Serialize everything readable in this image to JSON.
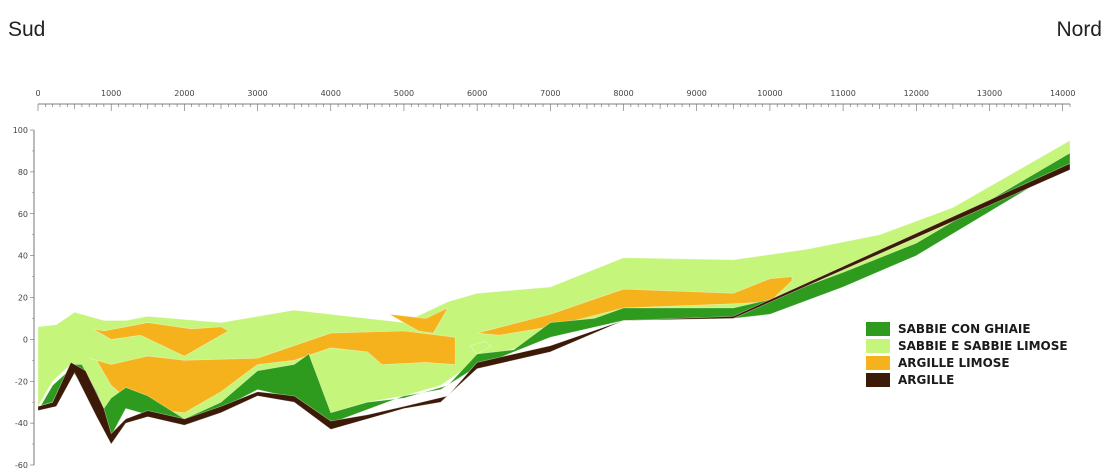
{
  "header": {
    "left_label": "Sud",
    "right_label": "Nord"
  },
  "chart_data": {
    "type": "area",
    "x_ticks": [
      0,
      1000,
      2000,
      3000,
      4000,
      5000,
      6000,
      7000,
      8000,
      9000,
      10000,
      11000,
      12000,
      13000,
      14000
    ],
    "xlim": [
      0,
      14100
    ],
    "y_ticks": [
      100,
      80,
      60,
      40,
      20,
      0,
      -20,
      -40,
      -60
    ],
    "ylim": [
      -60,
      100
    ],
    "grid": false,
    "legend_position": "right",
    "series": [
      {
        "name": "SABBIE CON GHIAIE",
        "color": "#2e9a1e"
      },
      {
        "name": "SABBIE E SABBIE LIMOSE",
        "color": "#c6f57c"
      },
      {
        "name": "ARGILLE LIMOSE",
        "color": "#f5b21d"
      },
      {
        "name": "ARGILLE",
        "color": "#3d1a08"
      }
    ],
    "layers": [
      {
        "series": "SABBIE E SABBIE LIMOSE",
        "points": [
          [
            0,
            6
          ],
          [
            250,
            7
          ],
          [
            500,
            13
          ],
          [
            900,
            9
          ],
          [
            1200,
            9
          ],
          [
            1500,
            11
          ],
          [
            2500,
            8
          ],
          [
            3500,
            14
          ],
          [
            5000,
            8
          ],
          [
            5600,
            18
          ],
          [
            6000,
            22
          ],
          [
            7000,
            25
          ],
          [
            8000,
            39
          ],
          [
            9500,
            38
          ],
          [
            10500,
            43
          ],
          [
            11500,
            50
          ],
          [
            12500,
            63
          ],
          [
            14100,
            95
          ],
          [
            14100,
            84
          ],
          [
            12000,
            46
          ],
          [
            11000,
            31
          ],
          [
            10000,
            13
          ],
          [
            9500,
            11
          ],
          [
            8500,
            10
          ],
          [
            8000,
            9
          ],
          [
            7500,
            5
          ],
          [
            7000,
            1
          ],
          [
            6000,
            -10
          ],
          [
            5500,
            -22
          ],
          [
            5000,
            -27
          ],
          [
            4500,
            -30
          ],
          [
            4000,
            -39
          ],
          [
            3500,
            -28
          ],
          [
            3000,
            -24
          ],
          [
            2500,
            -32
          ],
          [
            2000,
            -38
          ],
          [
            1500,
            -34
          ],
          [
            1200,
            -32
          ],
          [
            1000,
            -45
          ],
          [
            800,
            -34
          ],
          [
            600,
            -20
          ],
          [
            450,
            -12
          ],
          [
            200,
            -20
          ],
          [
            0,
            -32
          ]
        ]
      },
      {
        "series": "ARGILLE LIMOSE",
        "points": [
          [
            750,
            5
          ],
          [
            1000,
            0
          ],
          [
            1400,
            2
          ],
          [
            2000,
            -8
          ],
          [
            2600,
            4
          ],
          [
            2500,
            6
          ],
          [
            2100,
            5
          ],
          [
            1500,
            8
          ],
          [
            900,
            4
          ]
        ]
      },
      {
        "series": "ARGILLE LIMOSE",
        "points": [
          [
            700,
            -9
          ],
          [
            1000,
            -12
          ],
          [
            1500,
            -8
          ],
          [
            2000,
            -10
          ],
          [
            3000,
            -9
          ],
          [
            4000,
            3
          ],
          [
            5000,
            4
          ],
          [
            5700,
            1
          ],
          [
            5700,
            -12
          ],
          [
            5300,
            -11
          ],
          [
            4700,
            -12
          ],
          [
            4500,
            -6
          ],
          [
            4000,
            -4
          ],
          [
            3500,
            -10
          ],
          [
            3000,
            -12
          ],
          [
            2500,
            -25
          ],
          [
            2000,
            -35
          ],
          [
            1500,
            -33
          ],
          [
            1200,
            -28
          ],
          [
            1000,
            -22
          ],
          [
            800,
            -10
          ]
        ]
      },
      {
        "series": "ARGILLE LIMOSE",
        "points": [
          [
            4800,
            12
          ],
          [
            5300,
            10
          ],
          [
            5600,
            15
          ],
          [
            5400,
            3
          ],
          [
            5200,
            4
          ]
        ]
      },
      {
        "series": "ARGILLE LIMOSE",
        "points": [
          [
            6000,
            3
          ],
          [
            7000,
            12
          ],
          [
            8000,
            24
          ],
          [
            9500,
            22
          ],
          [
            10000,
            29
          ],
          [
            10300,
            30
          ],
          [
            10300,
            28
          ],
          [
            10000,
            18
          ],
          [
            9500,
            17
          ],
          [
            8000,
            15
          ],
          [
            7000,
            6
          ],
          [
            6300,
            2
          ]
        ]
      },
      {
        "series": "SABBIE CON GHIAIE",
        "points": [
          [
            0,
            -32
          ],
          [
            200,
            -30
          ],
          [
            450,
            -12
          ],
          [
            600,
            -12
          ],
          [
            800,
            -25
          ],
          [
            900,
            -33
          ],
          [
            1000,
            -28
          ],
          [
            1200,
            -23
          ],
          [
            1500,
            -27
          ],
          [
            2000,
            -38
          ],
          [
            2500,
            -30
          ],
          [
            3000,
            -15
          ],
          [
            3500,
            -12
          ],
          [
            3700,
            -7
          ],
          [
            4000,
            -35
          ],
          [
            4500,
            -30
          ],
          [
            5000,
            -28
          ],
          [
            5600,
            -22
          ],
          [
            6000,
            -7
          ],
          [
            6500,
            -5
          ],
          [
            7000,
            8
          ],
          [
            7600,
            10
          ],
          [
            8000,
            15
          ],
          [
            9500,
            15
          ],
          [
            10000,
            19
          ],
          [
            11000,
            32
          ],
          [
            12000,
            46
          ],
          [
            14100,
            89
          ],
          [
            14100,
            84
          ],
          [
            12000,
            40
          ],
          [
            11000,
            25
          ],
          [
            10000,
            12
          ],
          [
            9500,
            10
          ],
          [
            8000,
            9
          ],
          [
            7000,
            1
          ],
          [
            6000,
            -13
          ],
          [
            5500,
            -24
          ],
          [
            5000,
            -27
          ],
          [
            4000,
            -40
          ],
          [
            3500,
            -28
          ],
          [
            3000,
            -24
          ],
          [
            2500,
            -33
          ],
          [
            2000,
            -40
          ],
          [
            1500,
            -36
          ],
          [
            1200,
            -33
          ],
          [
            1000,
            -46
          ],
          [
            800,
            -35
          ],
          [
            600,
            -22
          ],
          [
            450,
            -14
          ],
          [
            200,
            -22
          ],
          [
            0,
            -34
          ]
        ]
      },
      {
        "series": "SABBIE E SABBIE LIMOSE",
        "points": [
          [
            6000,
            -7
          ],
          [
            6200,
            -3
          ],
          [
            6100,
            -1
          ],
          [
            5900,
            -3
          ]
        ]
      },
      {
        "series": "ARGILLE",
        "points": [
          [
            0,
            -32
          ],
          [
            200,
            -30
          ],
          [
            450,
            -11
          ],
          [
            650,
            -15
          ],
          [
            900,
            -33
          ],
          [
            1000,
            -45
          ],
          [
            1200,
            -38
          ],
          [
            1500,
            -34
          ],
          [
            2000,
            -38
          ],
          [
            2500,
            -32
          ],
          [
            3000,
            -25
          ],
          [
            3500,
            -27
          ],
          [
            4000,
            -39
          ],
          [
            4500,
            -36
          ],
          [
            5000,
            -32
          ],
          [
            5600,
            -27
          ],
          [
            6000,
            -11
          ],
          [
            7000,
            -3
          ],
          [
            8000,
            9
          ],
          [
            9500,
            11
          ],
          [
            14100,
            84
          ],
          [
            14100,
            81
          ],
          [
            9500,
            10
          ],
          [
            8000,
            9
          ],
          [
            7000,
            -6
          ],
          [
            6000,
            -14
          ],
          [
            5500,
            -30
          ],
          [
            5000,
            -33
          ],
          [
            4000,
            -43
          ],
          [
            3500,
            -30
          ],
          [
            3000,
            -27
          ],
          [
            2500,
            -35
          ],
          [
            2000,
            -41
          ],
          [
            1500,
            -37
          ],
          [
            1200,
            -40
          ],
          [
            1000,
            -50
          ],
          [
            800,
            -37
          ],
          [
            500,
            -16
          ],
          [
            250,
            -32
          ],
          [
            0,
            -34
          ]
        ]
      }
    ]
  }
}
